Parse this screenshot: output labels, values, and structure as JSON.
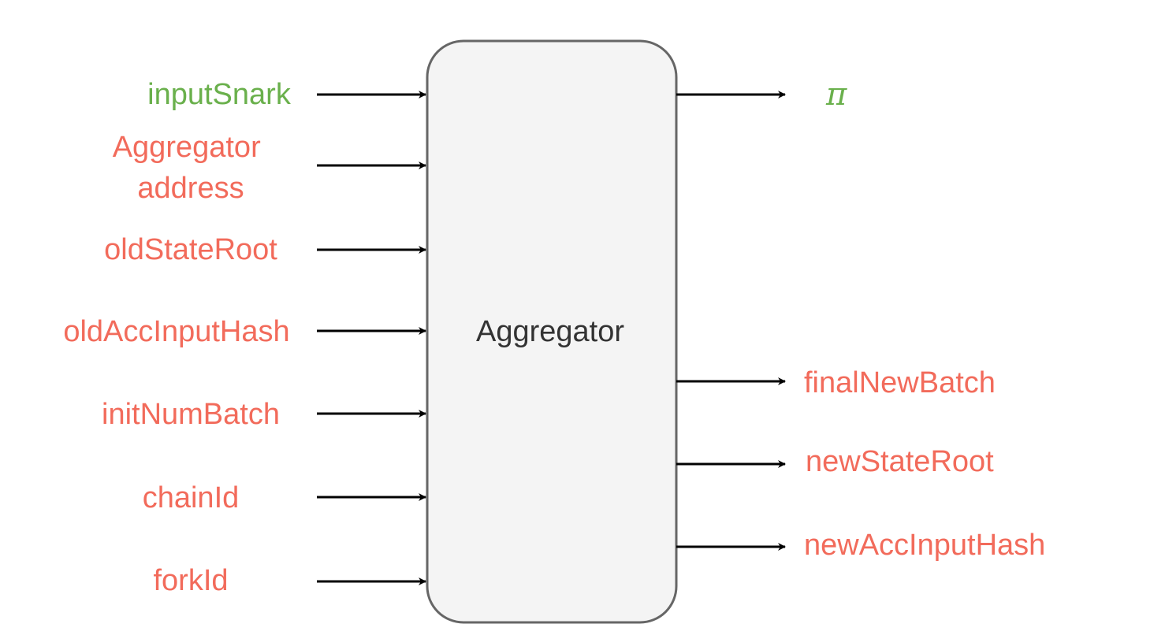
{
  "colors": {
    "input_accent": "#6ab04c",
    "signal": "#f26b5b",
    "stroke": "#000000",
    "box_fill": "#f4f4f4",
    "box_stroke": "#666666"
  },
  "aggregator": {
    "label": "Aggregator"
  },
  "inputs": [
    {
      "label_lines": [
        "inputSnark"
      ],
      "color_key": "input_accent"
    },
    {
      "label_lines": [
        "Aggregator",
        "address"
      ],
      "color_key": "signal"
    },
    {
      "label_lines": [
        "oldStateRoot"
      ],
      "color_key": "signal"
    },
    {
      "label_lines": [
        "oldAccInputHash"
      ],
      "color_key": "signal"
    },
    {
      "label_lines": [
        "initNumBatch"
      ],
      "color_key": "signal"
    },
    {
      "label_lines": [
        "chainId"
      ],
      "color_key": "signal"
    },
    {
      "label_lines": [
        "forkId"
      ],
      "color_key": "signal"
    }
  ],
  "outputs": [
    {
      "label": "π",
      "color_key": "input_accent",
      "math": true
    },
    {
      "label": "finalNewBatch",
      "color_key": "signal",
      "math": false
    },
    {
      "label": "newStateRoot",
      "color_key": "signal",
      "math": false
    },
    {
      "label": "newAccInputHash",
      "color_key": "signal",
      "math": false
    }
  ]
}
